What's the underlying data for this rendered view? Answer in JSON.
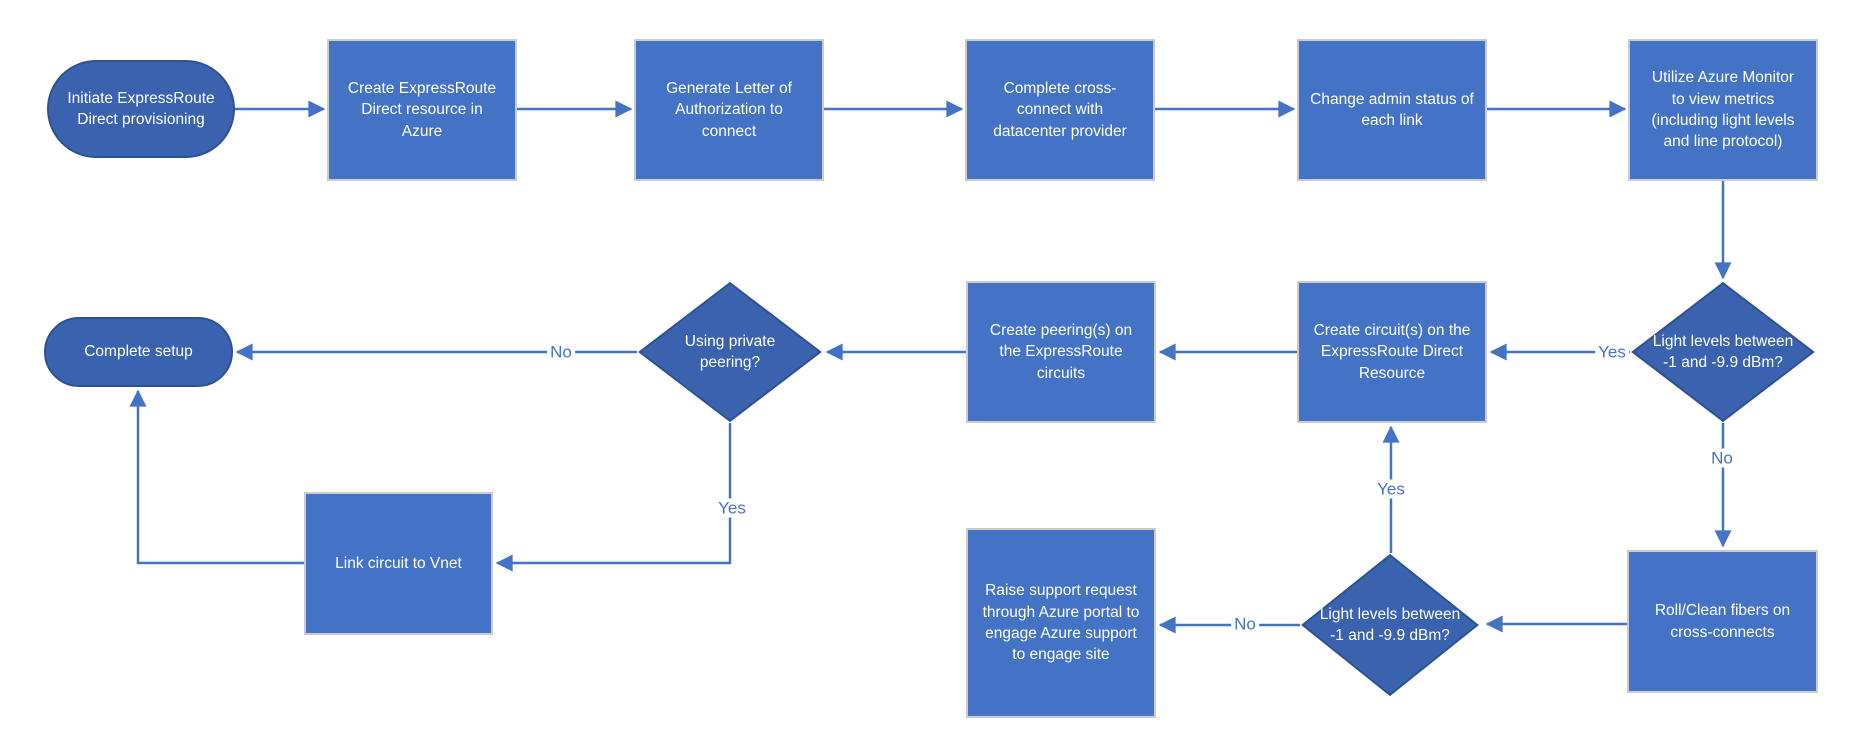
{
  "colors": {
    "process_fill": "#4472C4",
    "process_border": "#CBCBCB",
    "decision_fill": "#3A62AE",
    "decision_border": "#2E5290",
    "connector": "#4472C4",
    "label_text": "#4472C4",
    "node_text": "#FFFFFF",
    "background": "#FFFFFF"
  },
  "flowchart": {
    "nodes": {
      "initiate": {
        "type": "terminator",
        "label": "Initiate ExpressRoute Direct provisioning"
      },
      "create_resource": {
        "type": "process",
        "label": "Create ExpressRoute Direct resource in Azure"
      },
      "generate_loa": {
        "type": "process",
        "label": "Generate Letter of Authorization to connect"
      },
      "cross_connect": {
        "type": "process",
        "label": "Complete cross-connect with datacenter provider"
      },
      "admin_status": {
        "type": "process",
        "label": "Change admin status of each link"
      },
      "azure_monitor": {
        "type": "process",
        "label": "Utilize Azure Monitor to view metrics (including light levels and line protocol)"
      },
      "light_levels_1": {
        "type": "decision",
        "label": "Light levels between -1 and -9.9 dBm?"
      },
      "create_circuits": {
        "type": "process",
        "label": "Create circuit(s) on the ExpressRoute Direct Resource"
      },
      "create_peerings": {
        "type": "process",
        "label": "Create peering(s) on the ExpressRoute circuits"
      },
      "private_peering": {
        "type": "decision",
        "label": "Using private peering?"
      },
      "complete_setup": {
        "type": "terminator",
        "label": "Complete setup"
      },
      "link_vnet": {
        "type": "process",
        "label": "Link circuit to Vnet"
      },
      "raise_support": {
        "type": "process",
        "label": "Raise support request through Azure portal to engage Azure support to engage site"
      },
      "light_levels_2": {
        "type": "decision",
        "label": "Light levels between -1 and -9.9 dBm?"
      },
      "roll_clean": {
        "type": "process",
        "label": "Roll/Clean fibers on cross-connects"
      }
    },
    "edge_labels": {
      "light1_yes": "Yes",
      "light1_no": "No",
      "light2_yes": "Yes",
      "light2_no": "No",
      "private_no": "No",
      "private_yes": "Yes"
    }
  }
}
